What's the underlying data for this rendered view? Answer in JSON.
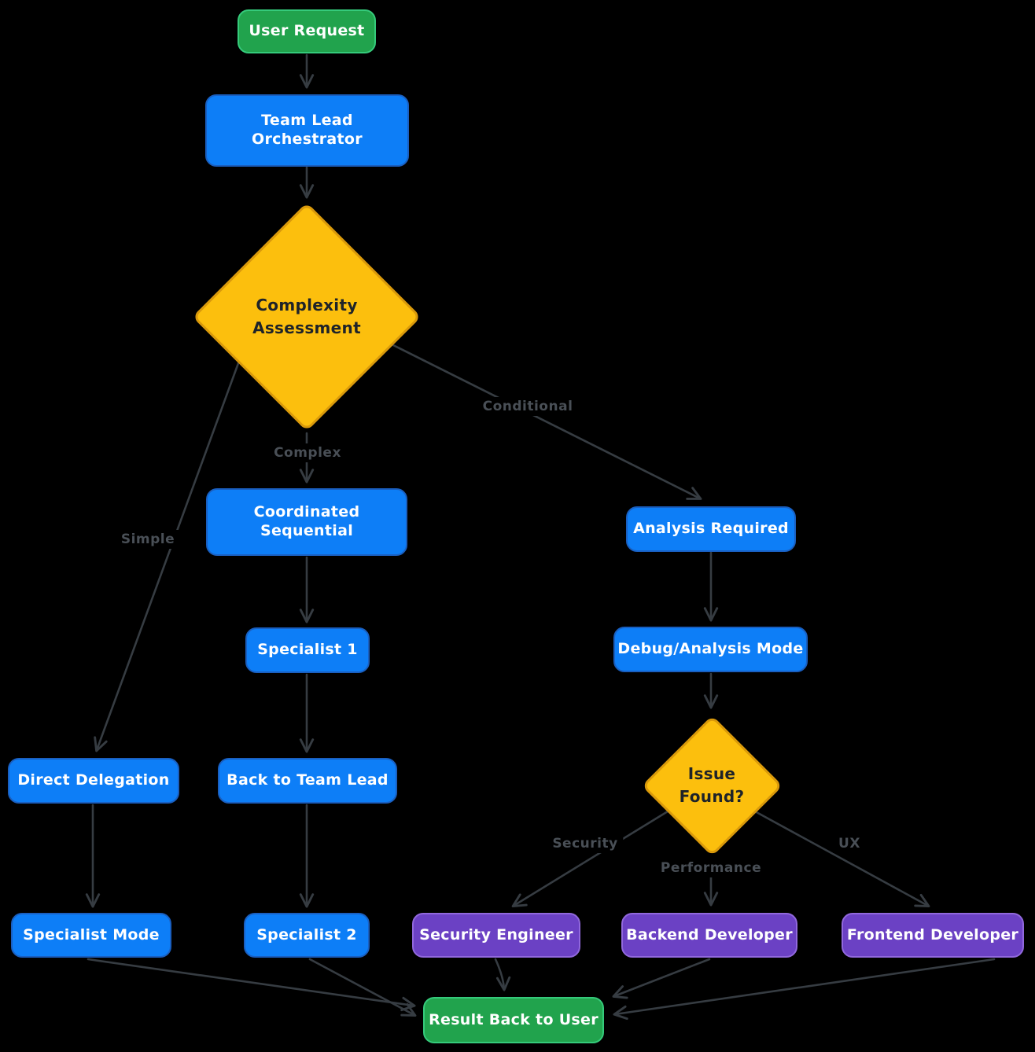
{
  "nodes": {
    "user_request": {
      "label": "User Request"
    },
    "team_lead": {
      "label": "Team Lead Orchestrator"
    },
    "complexity": {
      "label": "Complexity Assessment"
    },
    "coordinated": {
      "label": "Coordinated Sequential"
    },
    "analysis_required": {
      "label": "Analysis Required"
    },
    "specialist_1": {
      "label": "Specialist 1"
    },
    "debug_mode": {
      "label": "Debug/Analysis Mode"
    },
    "issue_found": {
      "label": "Issue Found?"
    },
    "direct_delegation": {
      "label": "Direct Delegation"
    },
    "back_to_team_lead": {
      "label": "Back to Team Lead"
    },
    "specialist_mode": {
      "label": "Specialist Mode"
    },
    "specialist_2": {
      "label": "Specialist 2"
    },
    "security_engineer": {
      "label": "Security Engineer"
    },
    "backend_developer": {
      "label": "Backend Developer"
    },
    "frontend_developer": {
      "label": "Frontend Developer"
    },
    "result_back_to_user": {
      "label": "Result Back to User"
    }
  },
  "edge_labels": {
    "simple": "Simple",
    "complex": "Complex",
    "conditional": "Conditional",
    "security": "Security",
    "performance": "Performance",
    "ux": "UX"
  },
  "colors": {
    "background": "#000000",
    "node_green_fill": "#21a34d",
    "node_green_border": "#35ca7b",
    "node_blue_fill": "#0d7ef7",
    "node_blue_border": "#1a5fc0",
    "node_purple_fill": "#6b41c4",
    "node_purple_border": "#9168dd",
    "node_amber_fill": "#fcbf0d",
    "node_amber_border": "#d9990b",
    "node_text_light": "#ffffff",
    "node_text_dark": "#1e2329",
    "edge_stroke": "#363c42",
    "edge_label_text": "#494f56"
  }
}
